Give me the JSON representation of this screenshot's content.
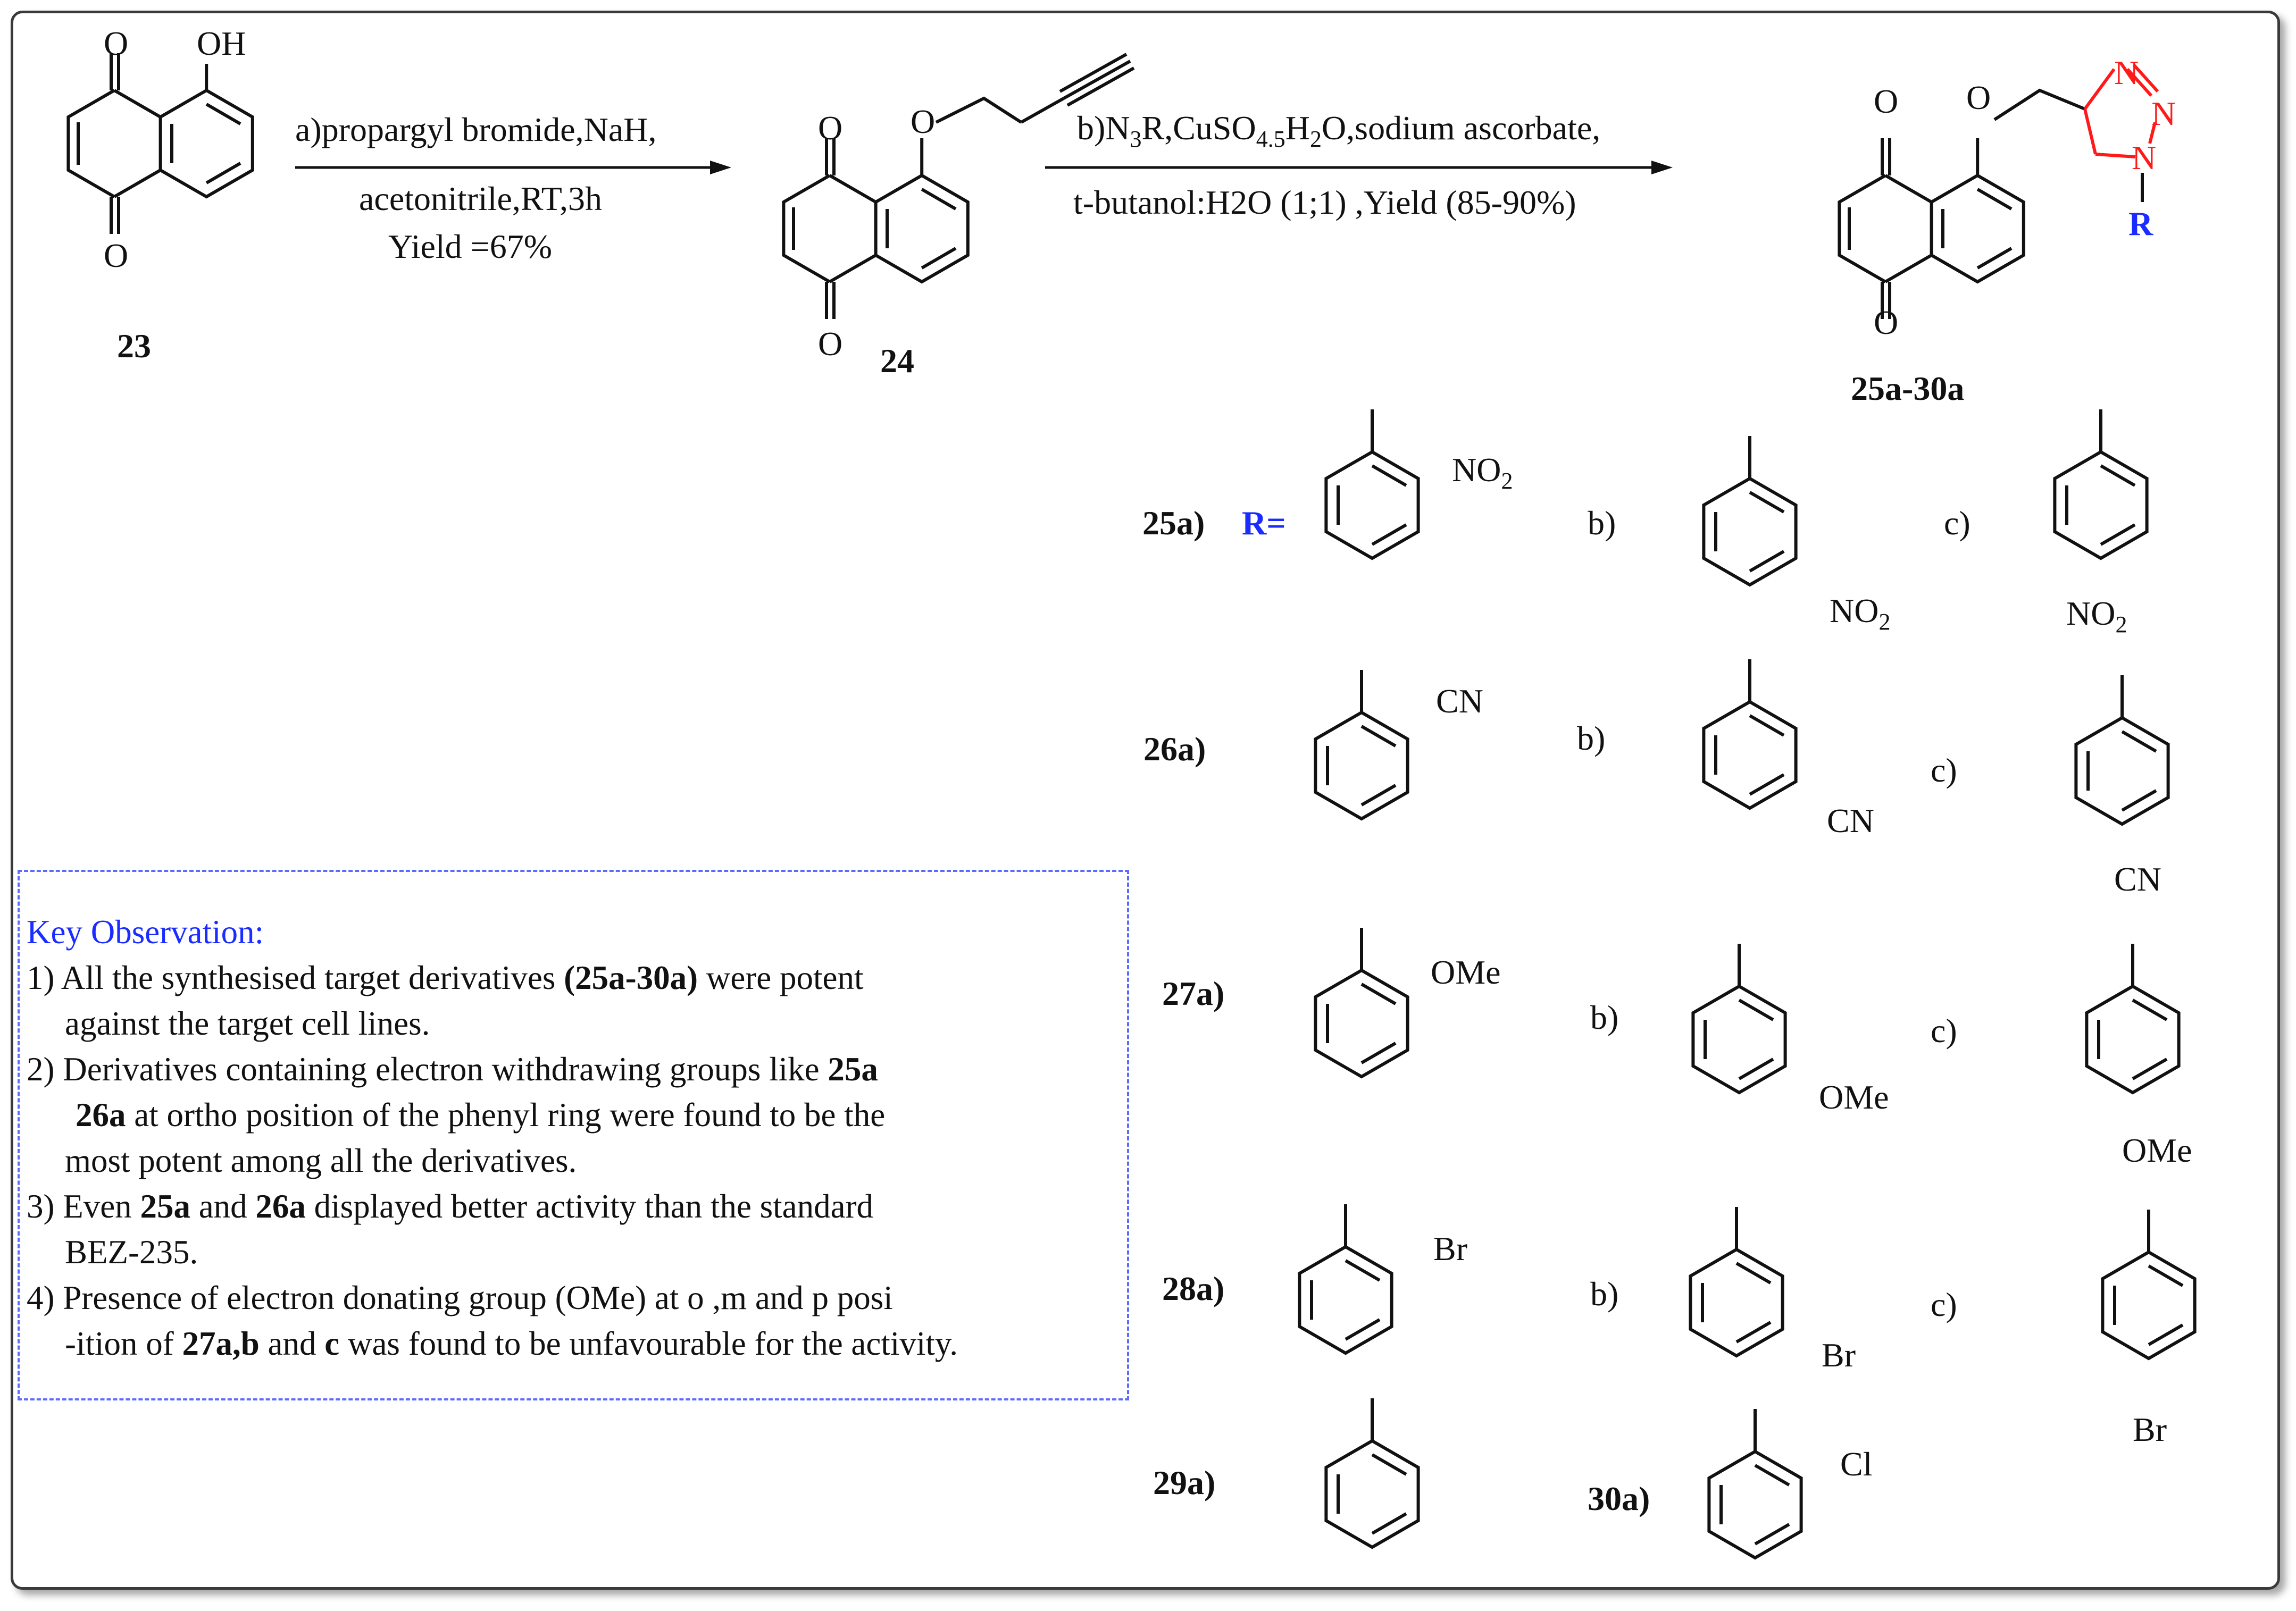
{
  "compounds": {
    "c23": {
      "id": "23",
      "oh": "OH",
      "o": "O"
    },
    "c24": {
      "id": "24",
      "o": "O"
    },
    "product": {
      "id": "25a-30a",
      "o": "O",
      "n": "N",
      "r": "R"
    }
  },
  "step_a": {
    "line1": "a)propargyl bromide,NaH,",
    "line2": "acetonitrile,RT,3h",
    "line3": "Yield =67%"
  },
  "step_b": {
    "prefix": "b)N",
    "s1": "3",
    "mid1": "R,CuSO",
    "s2": "4.5",
    "mid2": "H",
    "s3": "2",
    "suffix": "O,sodium ascorbate,",
    "line2": "t-butanol:H2O (1;1) ,Yield (85-90%)"
  },
  "r_equals": "R=",
  "rows": [
    {
      "label": "25a)",
      "sub": "NO2",
      "b": "b)",
      "c": "c)"
    },
    {
      "label": "26a)",
      "sub": "CN",
      "b": "b)",
      "c": "c)"
    },
    {
      "label": "27a)",
      "sub": "OMe",
      "b": "b)",
      "c": "c)"
    },
    {
      "label": "28a)",
      "sub": "Br",
      "b": "b)",
      "c": "c)"
    },
    {
      "label": "29a)"
    },
    {
      "label": "30a)",
      "sub": "Cl"
    }
  ],
  "observation": {
    "title": "Key Observation:",
    "p1a": "1) All the synthesised target derivatives ",
    "p1b": "(25a-30a)",
    "p1c": " were potent",
    "p1d": "against the target cell lines.",
    "p2a": "2) Derivatives containing electron withdrawing groups like ",
    "p2b": "25a",
    "p2c": "26a",
    "p2d": " at ortho position of the phenyl ring  were found to be the",
    "p2e": "most potent among all the derivatives.",
    "p3a": "3) Even ",
    "p3b": "25a",
    "p3c": " and ",
    "p3d": "26a",
    "p3e": " displayed better activity than the standard",
    "p3f": "BEZ-235.",
    "p4a": "4) Presence of electron donating group (OMe) at o ,m and p posi",
    "p4b": "-ition of ",
    "p4c": "27a,b",
    "p4d": " and ",
    "p4e": "c",
    "p4f": " was found to be unfavourable for the activity."
  }
}
